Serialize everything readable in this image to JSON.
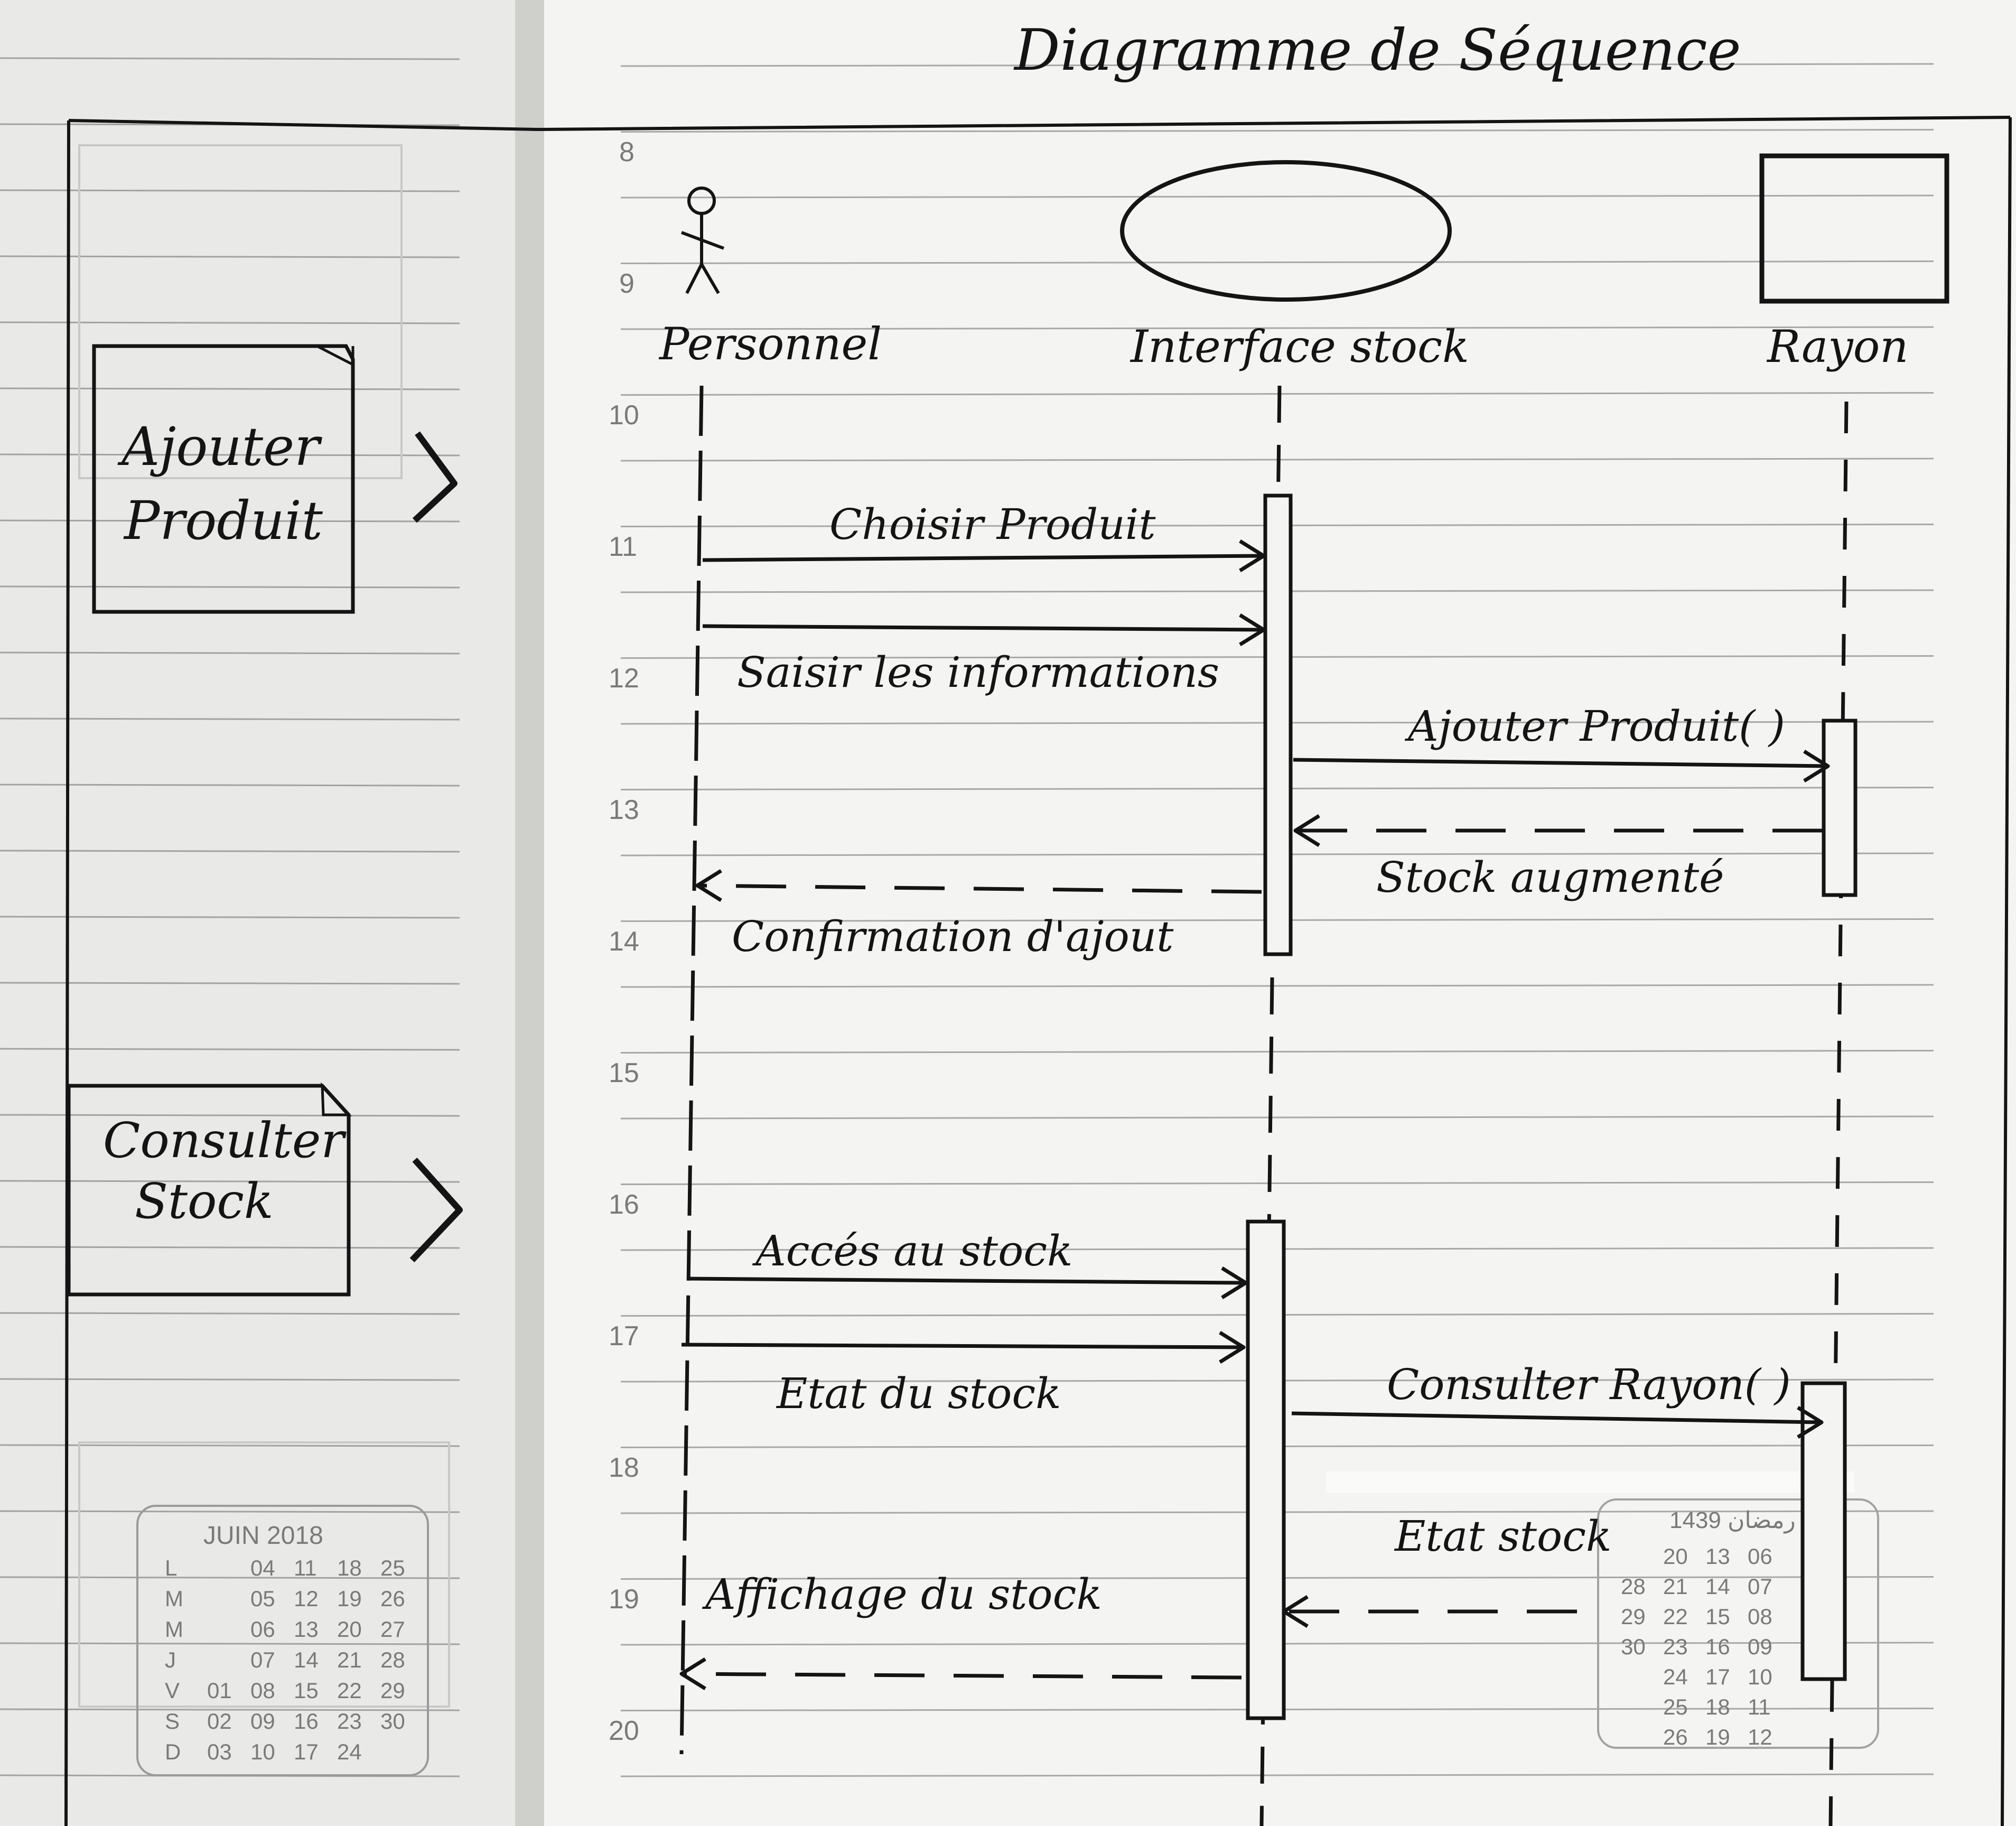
{
  "title": "Diagramme de Séquence",
  "left_page": {
    "use_cases": [
      {
        "label_lines": [
          "Ajouter",
          "Produit"
        ]
      },
      {
        "label_lines": [
          "Consulter",
          "Stock"
        ]
      }
    ]
  },
  "hour_markers": [
    "8",
    "9",
    "10",
    "11",
    "12",
    "13",
    "14",
    "15",
    "16",
    "17",
    "18",
    "19",
    "20"
  ],
  "lifelines": [
    {
      "name": "Personnel",
      "kind": "actor"
    },
    {
      "name": "Interface stock",
      "kind": "boundary"
    },
    {
      "name": "Rayon",
      "kind": "entity"
    }
  ],
  "messages": [
    {
      "label": "Choisir Produit",
      "from": "Personnel",
      "to": "Interface stock",
      "style": "solid"
    },
    {
      "label": "Saisir les informations",
      "from": "Personnel",
      "to": "Interface stock",
      "style": "solid"
    },
    {
      "label": "Ajouter Produit( )",
      "from": "Interface stock",
      "to": "Rayon",
      "style": "solid"
    },
    {
      "label": "Stock augmenté",
      "from": "Rayon",
      "to": "Interface stock",
      "style": "dashed"
    },
    {
      "label": "Confirmation d'ajout",
      "from": "Interface stock",
      "to": "Personnel",
      "style": "dashed"
    },
    {
      "label": "Accés au stock",
      "from": "Personnel",
      "to": "Interface stock",
      "style": "solid"
    },
    {
      "label": "Etat du stock",
      "from": "Personnel",
      "to": "Interface stock",
      "style": "solid"
    },
    {
      "label": "Consulter Rayon( )",
      "from": "Interface stock",
      "to": "Rayon",
      "style": "solid"
    },
    {
      "label": "Etat stock",
      "from": "Rayon",
      "to": "Interface stock",
      "style": "dashed"
    },
    {
      "label": "Affichage du stock",
      "from": "Interface stock",
      "to": "Personnel",
      "style": "dashed"
    }
  ],
  "calendar": {
    "title": "JUIN 2018",
    "rows": [
      {
        "day": "L",
        "dates": [
          "",
          "04",
          "11",
          "18",
          "25"
        ]
      },
      {
        "day": "M",
        "dates": [
          "",
          "05",
          "12",
          "19",
          "26"
        ]
      },
      {
        "day": "M",
        "dates": [
          "",
          "06",
          "13",
          "20",
          "27"
        ]
      },
      {
        "day": "J",
        "dates": [
          "",
          "07",
          "14",
          "21",
          "28"
        ]
      },
      {
        "day": "V",
        "dates": [
          "01",
          "08",
          "15",
          "22",
          "29"
        ]
      },
      {
        "day": "S",
        "dates": [
          "02",
          "09",
          "16",
          "23",
          "30"
        ]
      },
      {
        "day": "D",
        "dates": [
          "03",
          "10",
          "17",
          "24",
          ""
        ]
      }
    ]
  },
  "hijri_calendar": {
    "title": "1439 رمضان",
    "rows": [
      [
        "20",
        "13",
        "06"
      ],
      [
        "28",
        "21",
        "14",
        "07"
      ],
      [
        "29",
        "22",
        "15",
        "08"
      ],
      [
        "30",
        "23",
        "16",
        "09"
      ],
      [
        "24",
        "17",
        "10"
      ],
      [
        "25",
        "18",
        "11"
      ],
      [
        "26",
        "19",
        "12"
      ]
    ]
  },
  "colors": {
    "paper": "#f4f4f2",
    "ink": "#141414",
    "rule": "#9a9a9a",
    "print": "#7a7a7a"
  }
}
